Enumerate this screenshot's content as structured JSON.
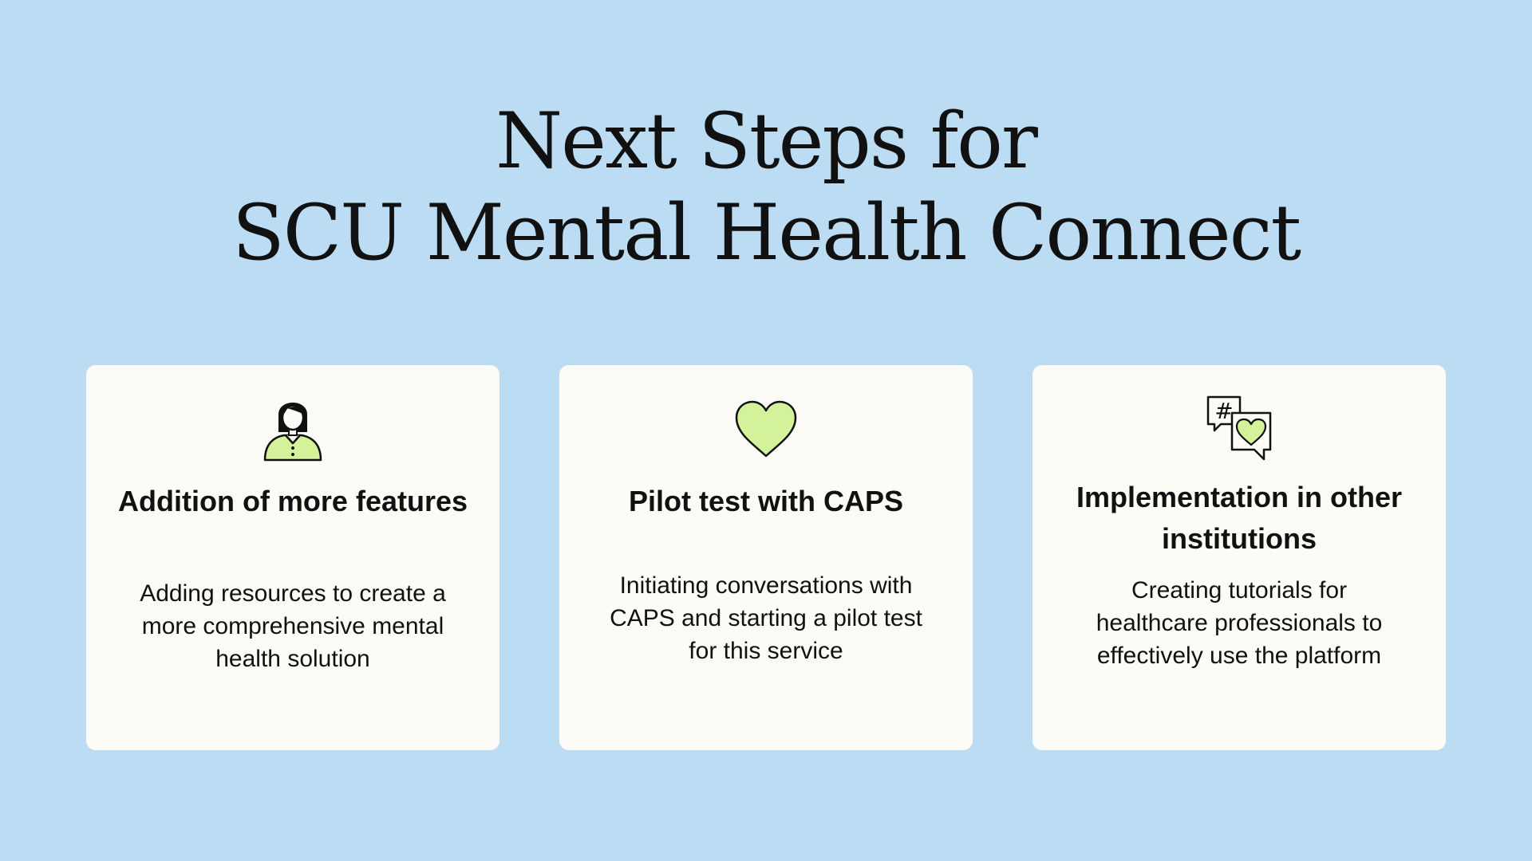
{
  "title": {
    "line1": "Next Steps for",
    "line2": "SCU Mental Health Connect"
  },
  "cards": [
    {
      "icon": "person-icon",
      "heading": "Addition of more features",
      "body": "Adding resources to create a more comprehensive mental health solution"
    },
    {
      "icon": "heart-icon",
      "heading": "Pilot test with CAPS",
      "body": "Initiating conversations with CAPS and starting a pilot test for this service"
    },
    {
      "icon": "chat-bubbles-icon",
      "heading": "Implementation in other institutions",
      "body": "Creating tutorials for healthcare professionals to effectively use the platform"
    }
  ],
  "colors": {
    "background": "#bcdcf4",
    "card": "#fcfbf6",
    "accent": "#d4f29a",
    "text": "#111111"
  }
}
